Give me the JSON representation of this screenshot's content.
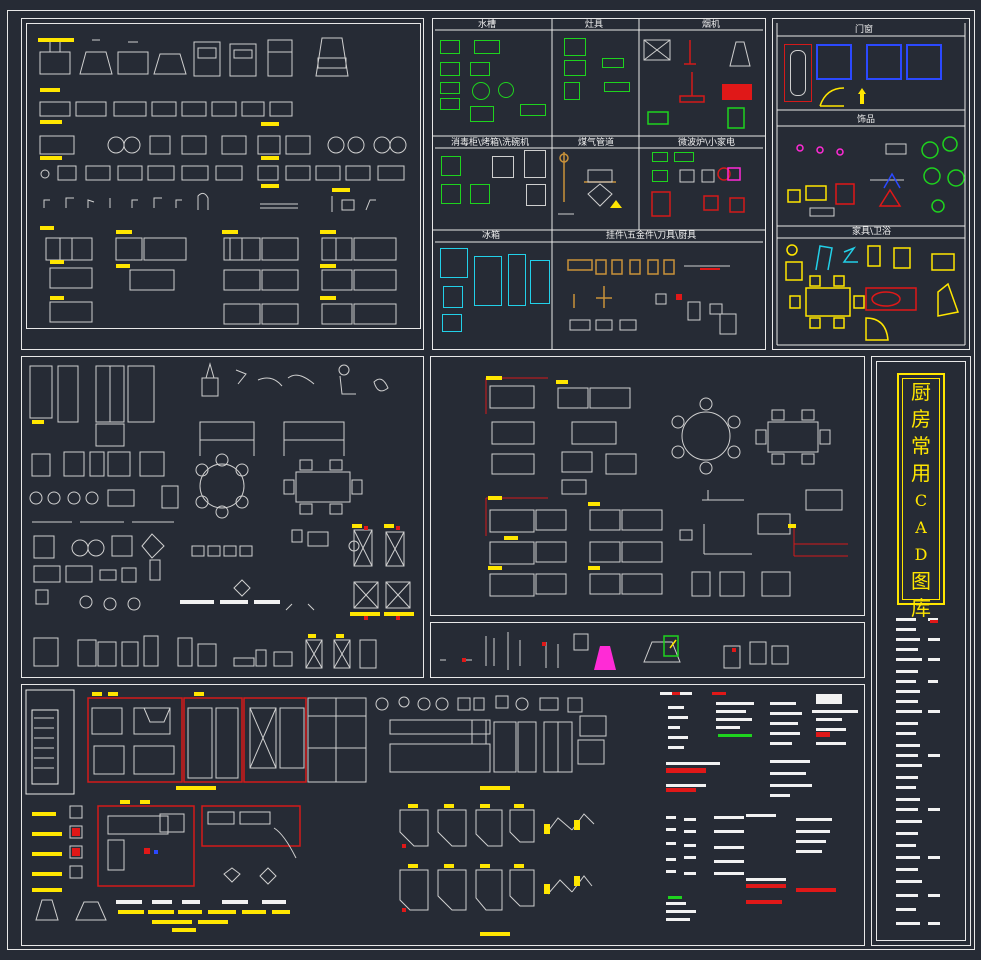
{
  "title": {
    "chars": [
      "厨",
      "房",
      "常",
      "用",
      "C",
      "A",
      "D",
      "图",
      "库"
    ]
  },
  "labels": {
    "sink": "水槽",
    "stove": "灶具",
    "hood": "烟机",
    "doors_windows": "门窗",
    "decor": "饰品",
    "disinfect": "消毒柜\\烤箱\\洗碗机",
    "gas_pipe": "煤气管道",
    "small_appliance": "微波炉\\小家电",
    "fridge": "冰箱",
    "accessories": "挂件\\五金件\\刀具\\厨具",
    "furniture": "家具\\卫浴"
  },
  "colors": {
    "background": "#262b35",
    "frame": "#e8e8e8",
    "highlight": "#ffe600",
    "accent_red": "#e01818",
    "appliance_green": "#1ed31e",
    "fridge_cyan": "#22d0e8",
    "window_blue": "#2b49ff"
  }
}
